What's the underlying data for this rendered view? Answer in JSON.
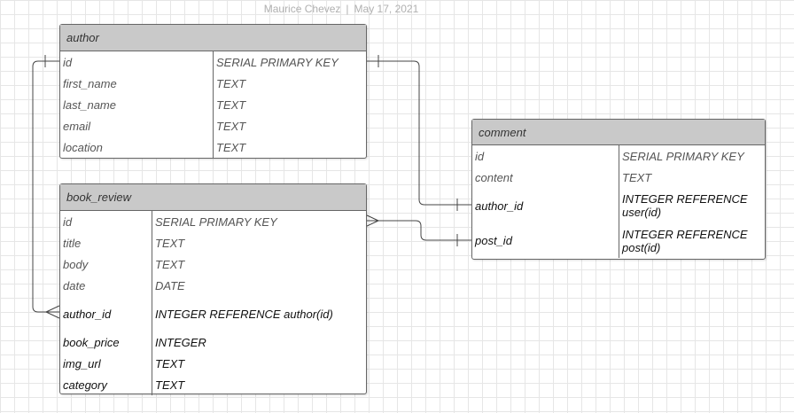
{
  "header": {
    "author": "Maurice Chevez",
    "separator": "|",
    "date": "May 17, 2021"
  },
  "tables": {
    "author": {
      "name": "author",
      "columns": [
        {
          "field": "id",
          "type": "SERIAL PRIMARY KEY"
        },
        {
          "field": "first_name",
          "type": "TEXT"
        },
        {
          "field": "last_name",
          "type": "TEXT"
        },
        {
          "field": "email",
          "type": "TEXT"
        },
        {
          "field": "location",
          "type": "TEXT"
        }
      ]
    },
    "book_review": {
      "name": "book_review",
      "columns": [
        {
          "field": "id",
          "type": "SERIAL PRIMARY KEY"
        },
        {
          "field": "title",
          "type": "TEXT"
        },
        {
          "field": "body",
          "type": "TEXT"
        },
        {
          "field": "date",
          "type": "DATE"
        },
        {
          "field": "author_id",
          "type": "INTEGER REFERENCE author(id)"
        },
        {
          "field": "book_price",
          "type": "INTEGER"
        },
        {
          "field": "img_url",
          "type": "TEXT"
        },
        {
          "field": "category",
          "type": "TEXT"
        }
      ]
    },
    "comment": {
      "name": "comment",
      "columns": [
        {
          "field": "id",
          "type": "SERIAL PRIMARY KEY"
        },
        {
          "field": "content",
          "type": "TEXT"
        },
        {
          "field": "author_id",
          "type": "INTEGER REFERENCE user(id)"
        },
        {
          "field": "post_id",
          "type": "INTEGER REFERENCE post(id)"
        }
      ]
    }
  },
  "colors": {
    "title_bar": "#c9c9c9",
    "border": "#666666",
    "grid": "#e6e6e6"
  }
}
